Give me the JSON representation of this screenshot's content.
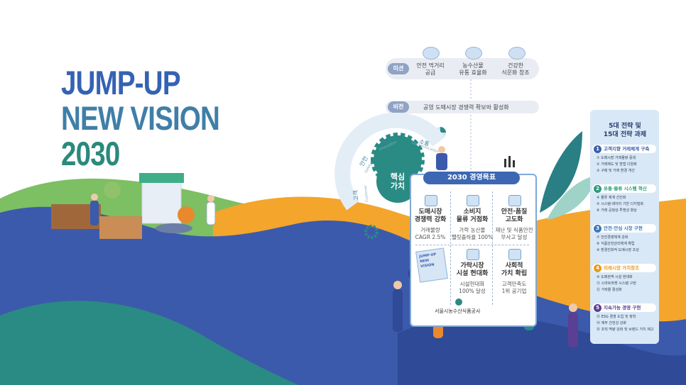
{
  "title": {
    "line1": "JUMP-UP",
    "line2": "NEW VISION",
    "line3": "2030"
  },
  "mission": {
    "tag": "미션",
    "items": [
      {
        "label": "안전 먹거리\n공급",
        "icon": "safe-food-icon"
      },
      {
        "label": "농수산물\n유통 효율화",
        "icon": "truck-icon"
      },
      {
        "label": "건강한\n식문화 창조",
        "icon": "dining-icon"
      }
    ]
  },
  "vision": {
    "tag": "비전",
    "text": "공영 도매시장 경쟁력 확보와 활성화"
  },
  "core_values": {
    "center": "핵심\n가치",
    "ring": [
      {
        "label": "혁신",
        "sub": "Innovation"
      },
      {
        "label": "소통",
        "sub": "Communication"
      },
      {
        "label": "안전",
        "sub": "Safety"
      },
      {
        "label": "고객",
        "sub": "Customer"
      }
    ]
  },
  "goals": {
    "header": "2030 경영목표",
    "cells": [
      {
        "title": "도매시장\n경쟁력 강화",
        "desc": "거래물량\nCAGR 2.5%",
        "icon": "market-icon"
      },
      {
        "title": "소비지\n물류 거점화",
        "desc": "가락 농산물\n팰릿출하율 100%",
        "icon": "logistics-icon"
      },
      {
        "title": "안전·품질\n고도화",
        "desc": "재난 및 식품안전\n무사고 달성",
        "icon": "shield-icon"
      },
      {
        "title": "",
        "desc": "",
        "icon": "vision-card-icon"
      },
      {
        "title": "가락시장\n시설 현대화",
        "desc": "시설현대화\n100% 달성",
        "icon": "building-icon"
      },
      {
        "title": "사회적\n가치 확립",
        "desc": "고객만족도\n1위 공기업",
        "icon": "handshake-icon"
      }
    ],
    "mini_card": "JUMP-UP\nNEW VISION",
    "org": "서울시농수산식품공사"
  },
  "strategy": {
    "head": "5대 전략 및\n15대 전략 과제",
    "items": [
      {
        "num": "1",
        "label": "고객지향 거래체계 구축",
        "color": "#3d5fa8",
        "tasks": [
          "① 도매시장 거래물량 증대",
          "② 거래제도 및 방법 다양화",
          "③ 구매 및 거래 환경 개선"
        ]
      },
      {
        "num": "2",
        "label": "유통·물류 시스템 혁신",
        "color": "#2e9a7a",
        "tasks": [
          "④ 물류 체계 선진화",
          "⑤ 시스템·데이터 기반 디지털화",
          "⑥ 거래 공정성·투명성 향상"
        ]
      },
      {
        "num": "3",
        "label": "안전·안심 시장 구현",
        "color": "#3b78b8",
        "tasks": [
          "⑦ 안전경영체계 강화",
          "⑧ 식품안전관리체계 확립",
          "⑨ 환경친화적 도매시장 조성"
        ]
      },
      {
        "num": "4",
        "label": "미래시장 가치창조",
        "color": "#e89a1e",
        "tasks": [
          "⑩ 도매권역 시설 현대화",
          "⑪ 스마트마켓 시스템 구현",
          "⑫ 가락몰 활성화"
        ]
      },
      {
        "num": "5",
        "label": "지속가능 경영 구현",
        "color": "#5b3f95",
        "tasks": [
          "⑬ ESG 경영 도입 및 정착",
          "⑭ 재무 건전성 강화",
          "⑮ 조직 역량 강화 및 브랜드 가치 제고"
        ]
      }
    ]
  },
  "colors": {
    "blue": "#3c5aab",
    "orange": "#f4a52c",
    "teal": "#2a8b84",
    "green": "#7dbf63"
  }
}
